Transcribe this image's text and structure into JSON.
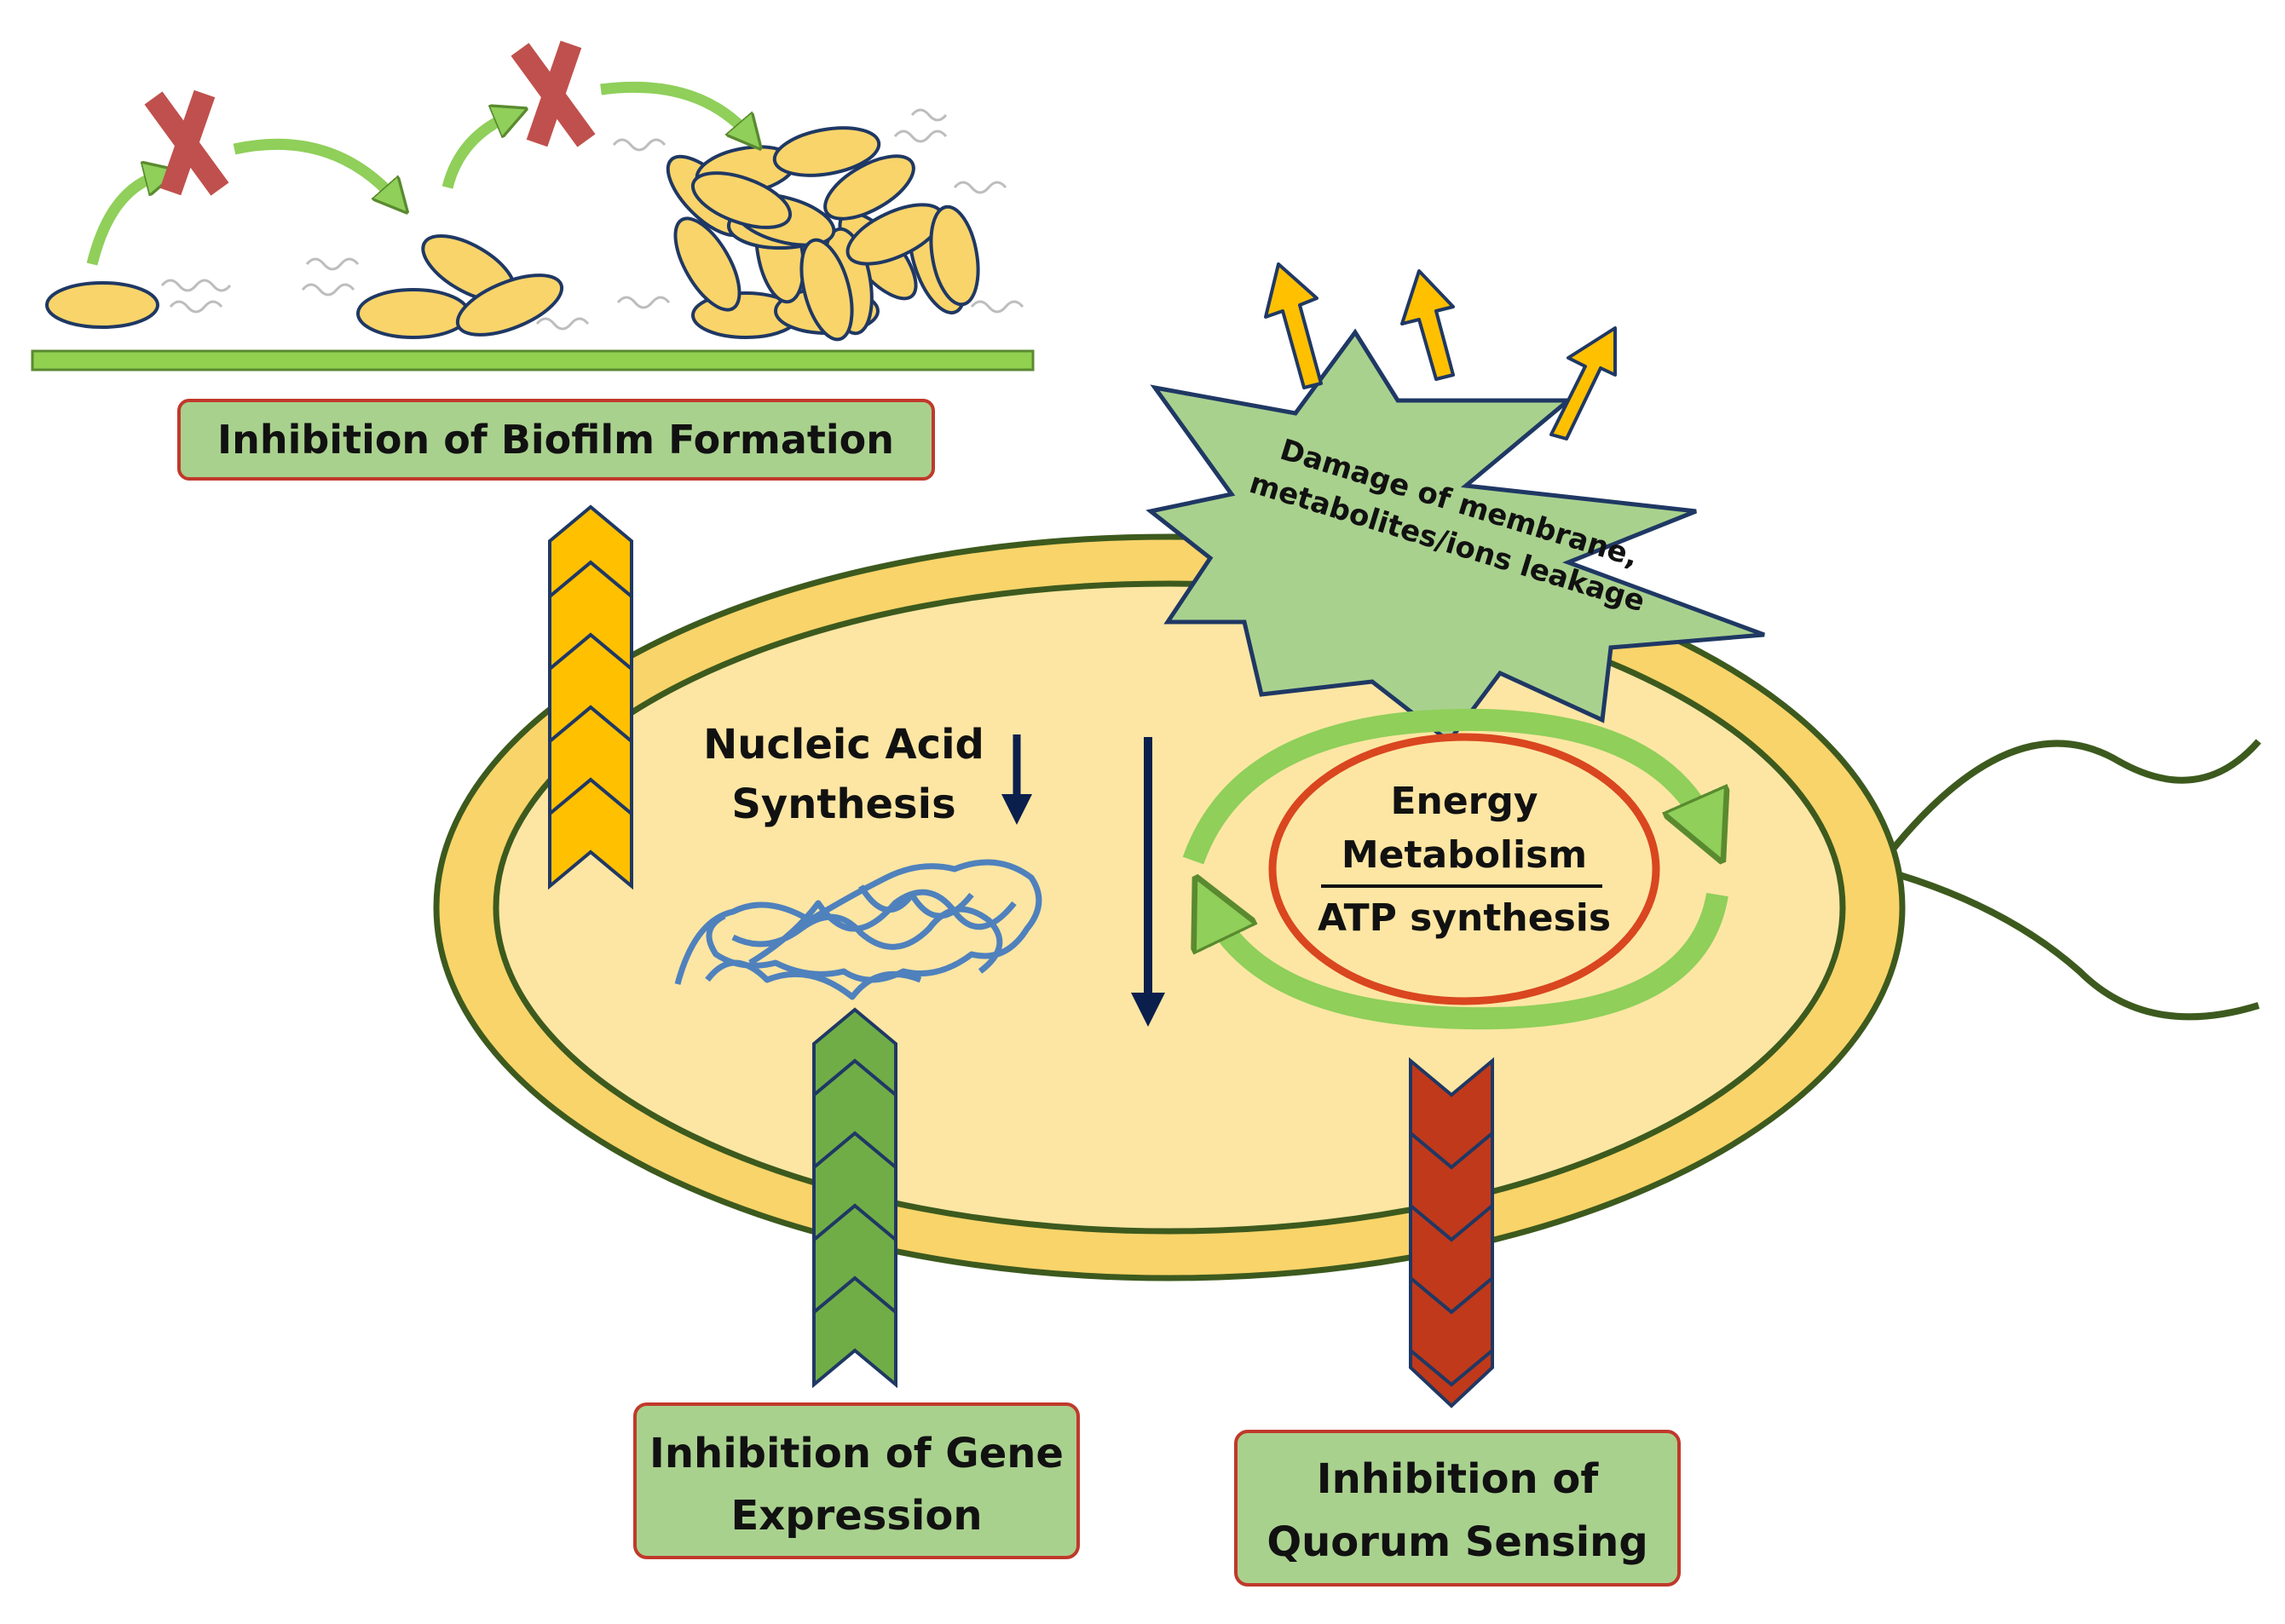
{
  "labels": {
    "biofilm": "Inhibition of Biofilm Formation",
    "gene_line1": "Inhibition of Gene",
    "gene_line2": "Expression",
    "quorum_line1": "Inhibition of",
    "quorum_line2": "Quorum Sensing",
    "nucleic_line1": "Nucleic Acid",
    "nucleic_line2": "Synthesis",
    "energy_line1": "Energy",
    "energy_line2": "Metabolism",
    "atp": "ATP synthesis",
    "damage_line1": "Damage of membrane,",
    "damage_line2": "metabolites/ions leakage"
  },
  "colors": {
    "box_fill": "#a9d18e",
    "box_border": "#c0392b",
    "cell_outer": "#f9d46a",
    "cell_inner": "#fde6a3",
    "cell_border": "#3d5a1e",
    "bacterium": "#f9d46a",
    "surface": "#92d050",
    "cross": "#c0504d",
    "chevron_yellow": "#ffc000",
    "chevron_green": "#70ad47",
    "chevron_red": "#c0391a",
    "dna": "#4f81bd",
    "navy_arrow": "#0b1f4d",
    "star_fill": "#a9d18e",
    "star_border": "#1f3864",
    "energy_ring": "#d9461f"
  }
}
